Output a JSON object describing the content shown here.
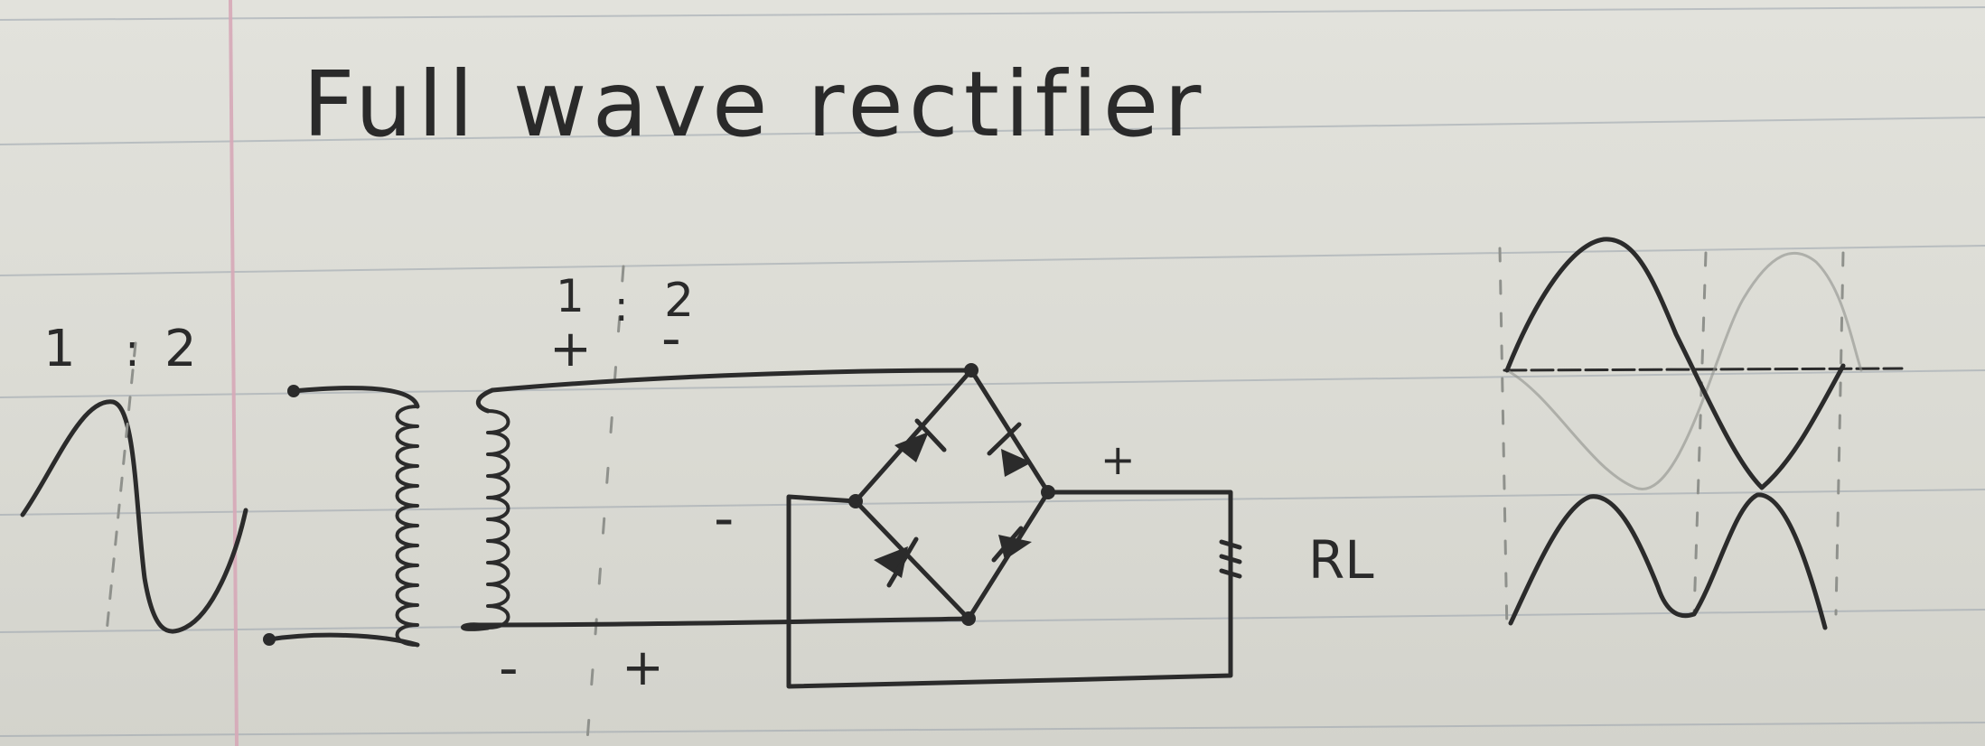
{
  "title": "Full wave rectifier",
  "ratio_left": {
    "n1": "1",
    "sep": ":",
    "n2": "2"
  },
  "ratio_right": {
    "n1": "1",
    "sep": ":",
    "n2": "2"
  },
  "polarity": {
    "sec_top": "+",
    "sec_top_right": "-",
    "sec_bottom": "-",
    "sec_bottom_right": "+",
    "bridge_left": "-",
    "bridge_right": "+"
  },
  "load_label": "RL",
  "colors": {
    "ink": "#2b2b2b",
    "paper": "#dcdcd6",
    "rule": "#9aa3ad",
    "margin": "#d7a9b8"
  }
}
